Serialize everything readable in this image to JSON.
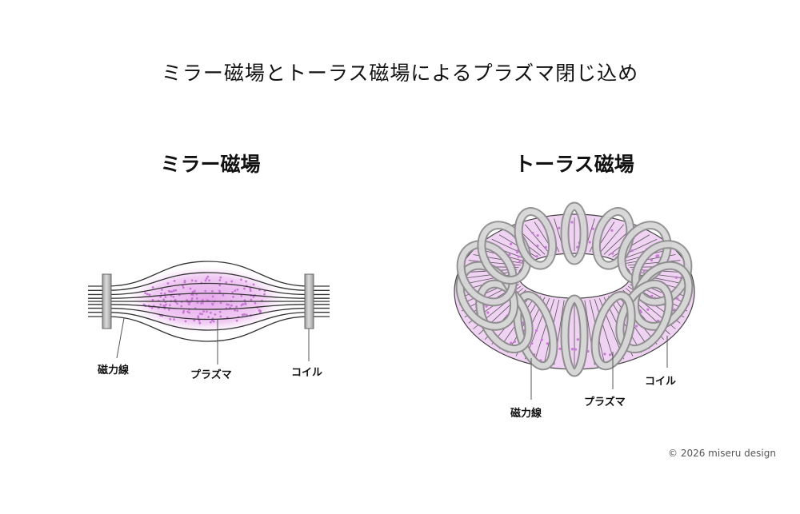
{
  "title": "ミラー磁場とトーラス磁場によるプラズマ閉じ込め",
  "mirror": {
    "title": "ミラー磁場",
    "labels": {
      "field_line": "磁力線",
      "plasma": "プラズマ",
      "coil": "コイル"
    }
  },
  "torus": {
    "title": "トーラス磁場",
    "labels": {
      "field_line": "磁力線",
      "plasma": "プラズマ",
      "coil": "コイル"
    }
  },
  "copyright": "© 2026 miseru design",
  "colors": {
    "plasma": "#e9b7ee",
    "plasma_dot": "#c77ad4",
    "coil": "#bdbdbd",
    "coil_shade": "#8e8e8e",
    "line": "#333333"
  }
}
